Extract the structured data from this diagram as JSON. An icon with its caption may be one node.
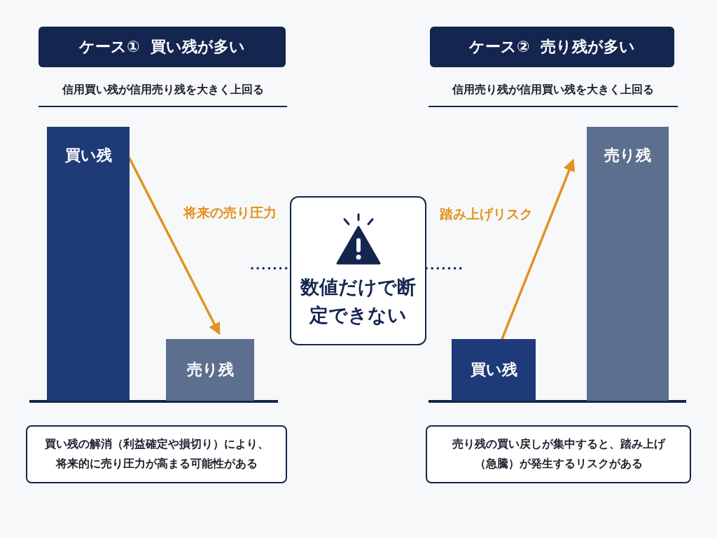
{
  "diagram": {
    "nodes": [
      {
        "text": [
          "ケース①  買い残が多い"
        ]
      },
      {
        "text": [
          "ケース②  売り残が多い"
        ]
      },
      {
        "text": [
          "買い残"
        ]
      },
      {
        "text": [
          "売り残"
        ]
      },
      {
        "text": [
          "数値だけで断定できない"
        ]
      },
      {
        "text": [
          "買い残"
        ]
      },
      {
        "text": [
          "売り残"
        ]
      },
      {
        "text": [
          "買い残の解消（利益確定や損切り）により、将来的に売り圧力が高まる可能性がある"
        ]
      },
      {
        "text": [
          "売り残の買い戻しが集中すると、踏み上げ（急騰）が発生するリスクがある"
        ]
      }
    ],
    "edges": [
      {
        "from": 2,
        "to": 3,
        "arrow": "to",
        "label": "将来の売り圧力"
      },
      {
        "from": 5,
        "to": 6,
        "arrow": "to",
        "label": "踏み上げリスク"
      },
      {
        "from": null,
        "to": 4,
        "arrow": "none",
        "style": "dashed",
        "color": "#14254f"
      },
      {
        "from": 4,
        "to": null,
        "arrow": "none",
        "style": "dashed",
        "color": "#14254f"
      }
    ],
    "labels": [
      "信用買い残が信用売り残を大きく上回る",
      "信用売り残が信用買い残を大きく上回る"
    ]
  }
}
